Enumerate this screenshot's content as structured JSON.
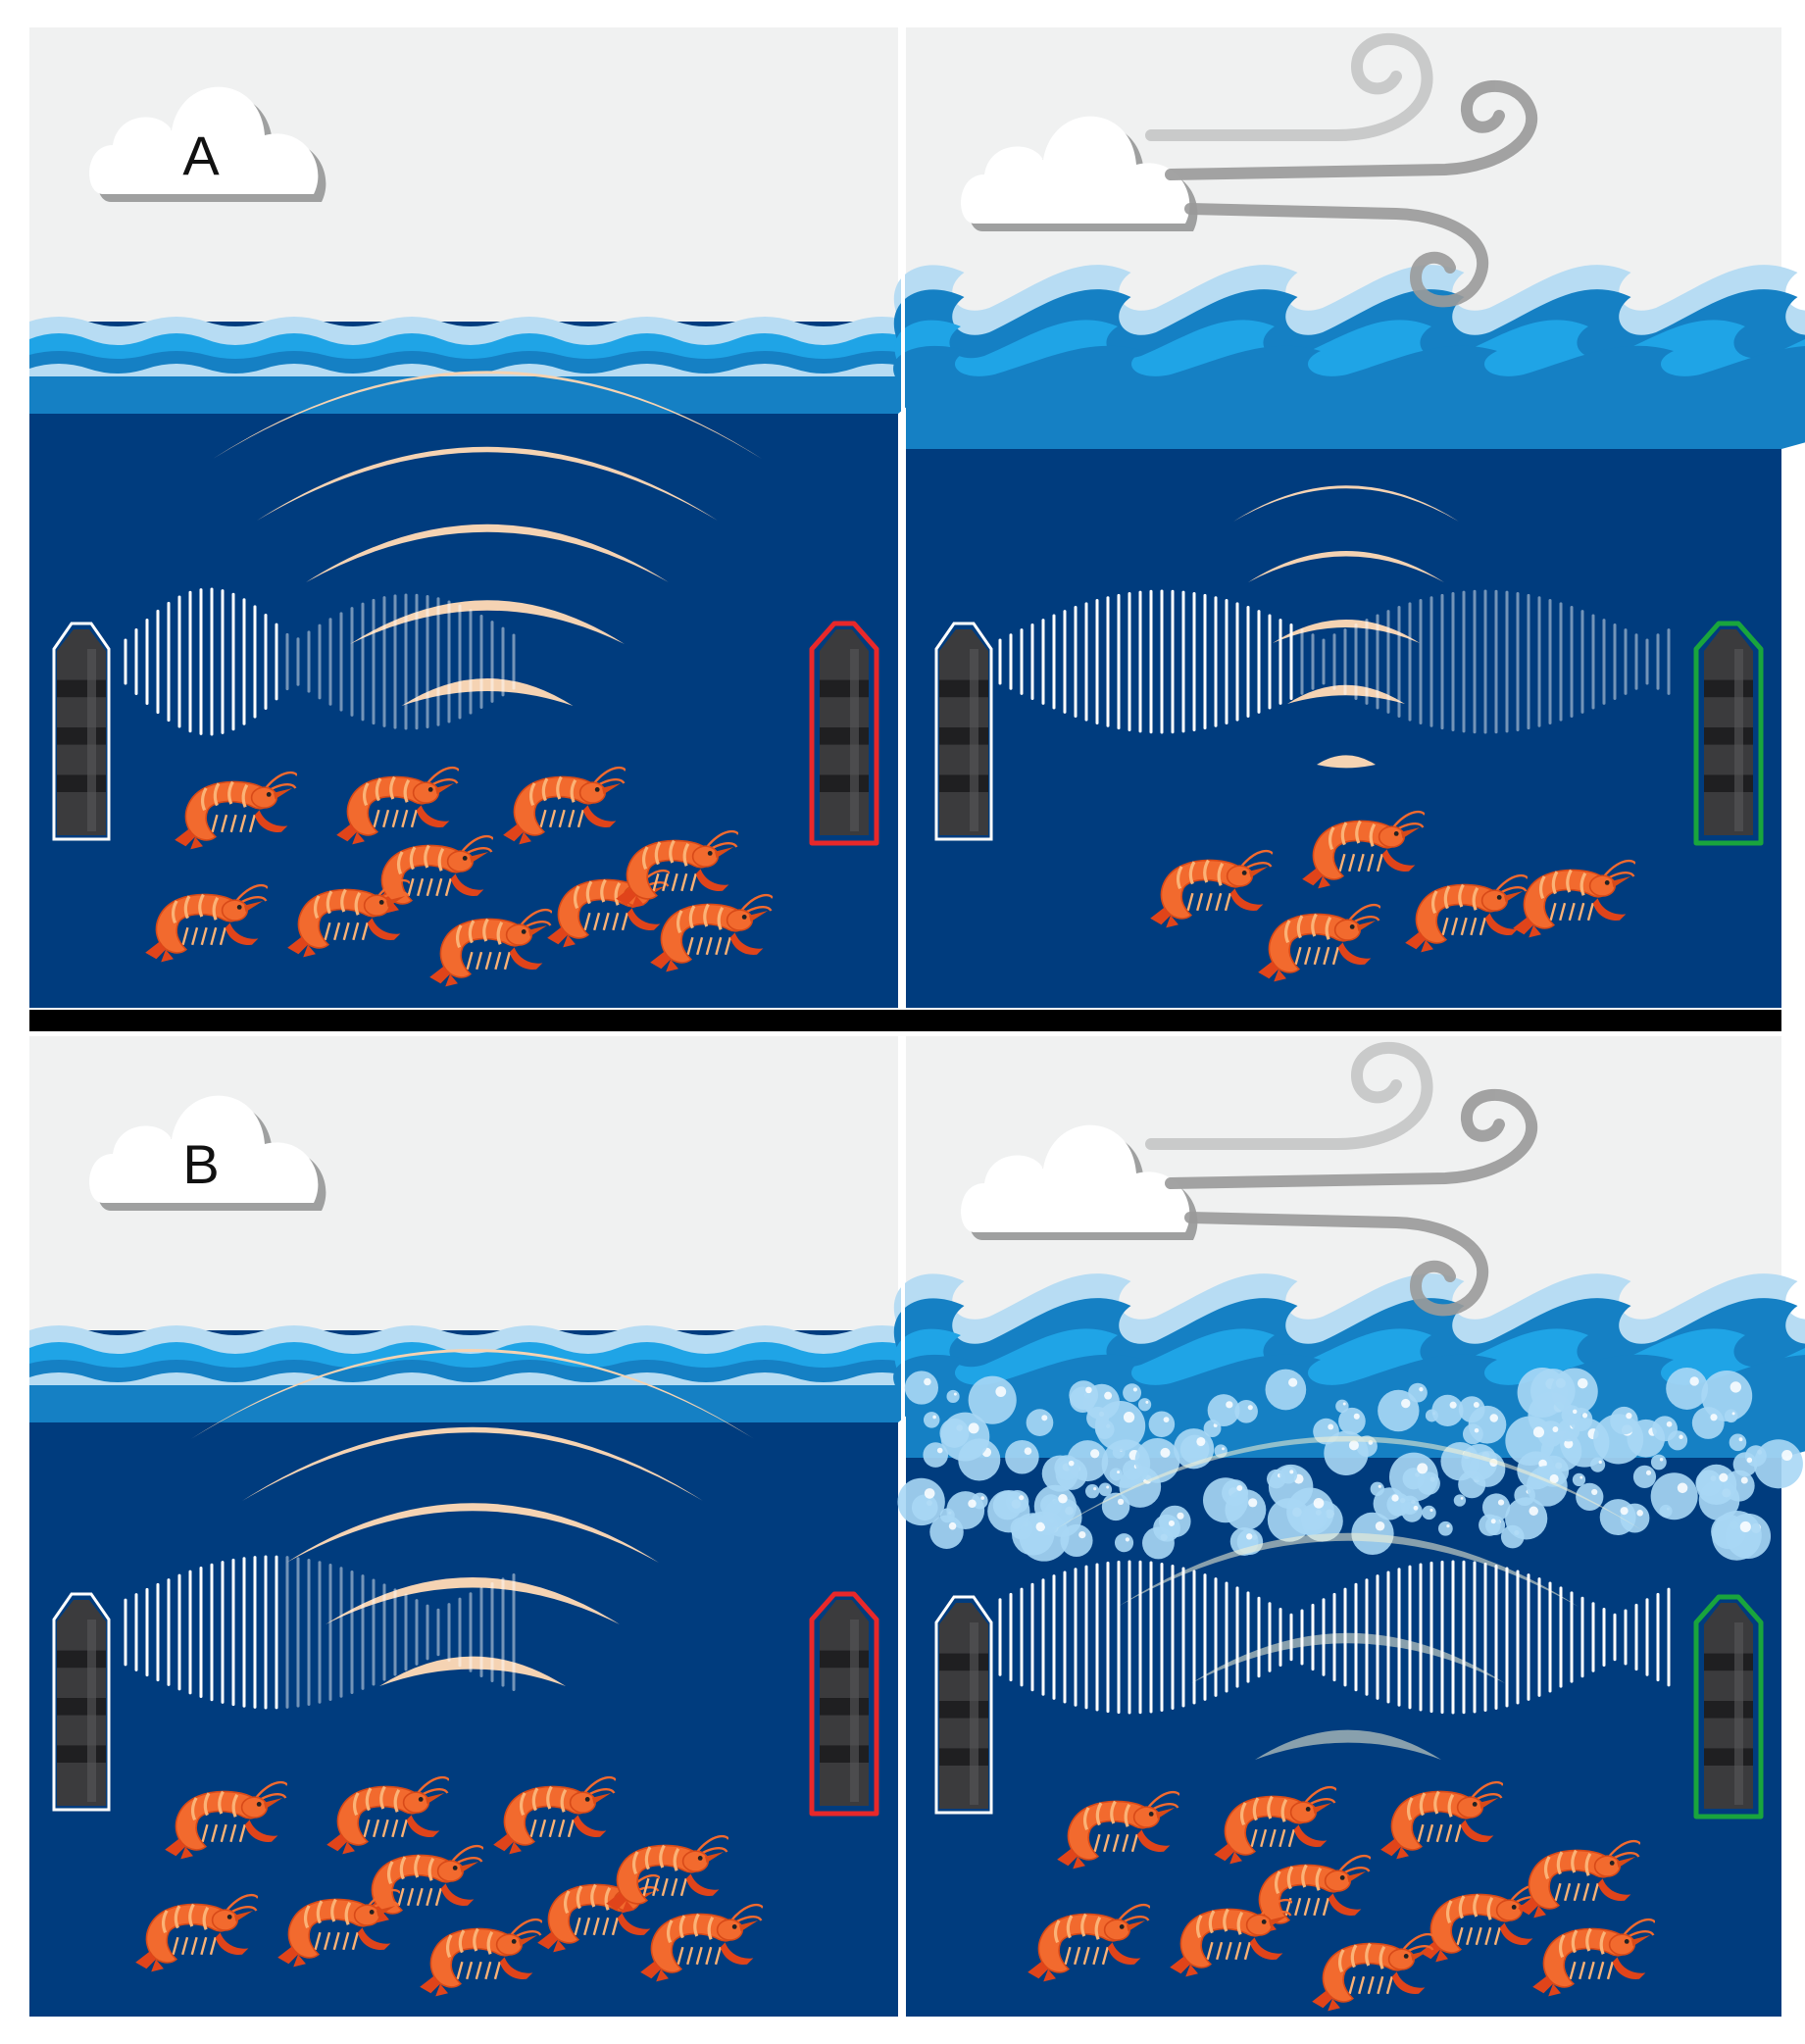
{
  "figure": {
    "rows": [
      {
        "label": "A",
        "calm": {
          "receiver_status": "red",
          "shrimp_count": 10,
          "bubbles": false
        },
        "windy": {
          "receiver_status": "green",
          "shrimp_count": 5,
          "bubbles": false
        }
      },
      {
        "label": "B",
        "calm": {
          "receiver_status": "red",
          "shrimp_count": 10,
          "bubbles": false
        },
        "windy": {
          "receiver_status": "green",
          "shrimp_count": 10,
          "bubbles": true
        }
      }
    ]
  },
  "colors": {
    "sky": "#f0f1f1",
    "deep_water": "#003c7e",
    "wave_dark": "#1580c4",
    "wave_mid": "#1fa4e6",
    "wave_light": "#b7dcf3",
    "sound_arc": "#f5d3b3",
    "signal_bars": "#ffffff",
    "hydrophone_body": "#3b3b3d",
    "hydrophone_band": "#1f1f21",
    "receiver_red": "#e8282a",
    "receiver_green": "#19a53d",
    "shrimp_body": "#f26a2e",
    "shrimp_stripe": "#fbb276",
    "bubble": "#a9d7f5",
    "wind": "#9a9a9a",
    "cloud": "#ffffff",
    "cloud_shadow": "#9fa0a0"
  },
  "icons": [
    "cloud-icon",
    "wind-icon",
    "hydrophone-icon",
    "shrimp-icon",
    "bubble-icon"
  ]
}
